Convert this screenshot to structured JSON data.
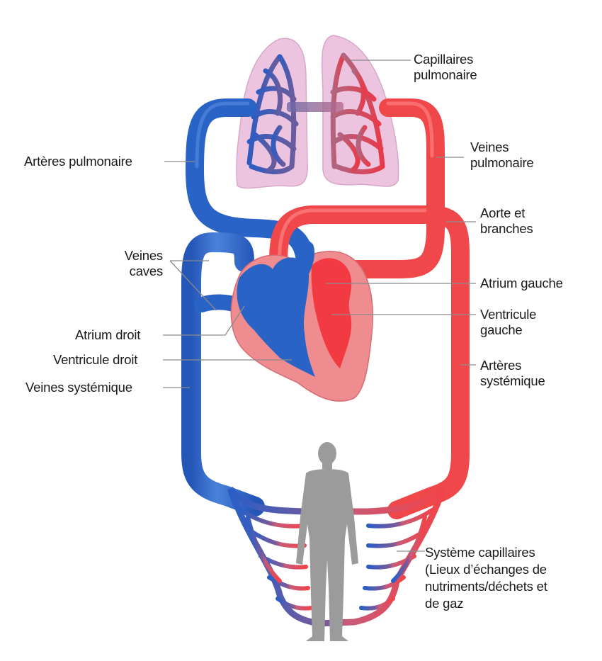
{
  "colors": {
    "deoxygenated_blood": "#2a63c6",
    "oxygenated_blood": "#f0484a",
    "lung_tissue": "#ecc4df",
    "heart_tissue": "#ee8c90",
    "body_silhouette": "#9b9b9b",
    "leader_line": "#8a8a8a"
  },
  "labels": {
    "capillaires_pulmonaire": [
      "Capillaires",
      "pulmonaire"
    ],
    "arteres_pulmonaire": "Artères pulmonaire",
    "veines_pulmonaire": [
      "Veines",
      "pulmonaire"
    ],
    "aorte_branches": [
      "Aorte et",
      "branches"
    ],
    "veines_caves": [
      "Veines",
      "caves"
    ],
    "atrium_gauche": "Atrium gauche",
    "ventricule_gauche": [
      "Ventricule",
      "gauche"
    ],
    "atrium_droit": "Atrium droit",
    "ventricule_droit": "Ventricule droit",
    "arteres_systemique": [
      "Artères",
      "systémique"
    ],
    "veines_systemique": "Veines systémique",
    "systeme_capillaires": [
      "Système capillaires",
      "(Lieux d’échanges de",
      "nutriments/déchets  et",
      "de gaz"
    ]
  }
}
